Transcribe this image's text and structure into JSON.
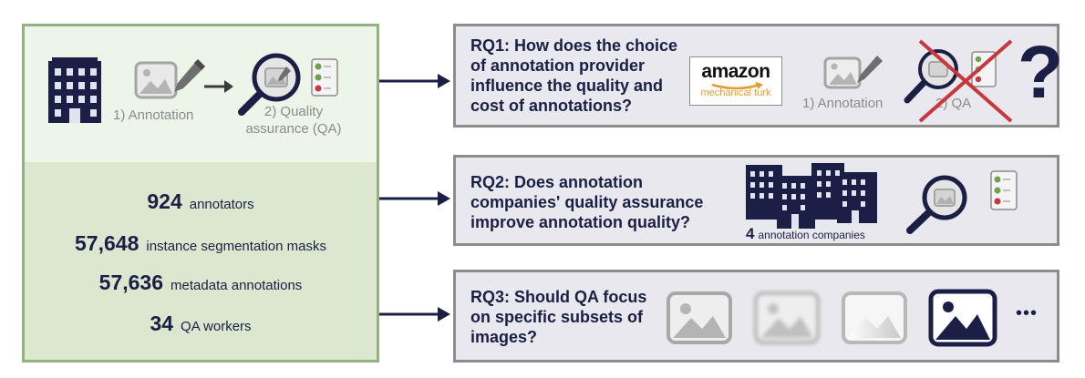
{
  "left": {
    "workflow": {
      "step1": "1) Annotation",
      "step2_line1": "2) Quality",
      "step2_line2": "assurance (QA)"
    },
    "stats": [
      {
        "value": "924",
        "label": "annotators"
      },
      {
        "value": "57,648",
        "label": "instance segmentation masks"
      },
      {
        "value": "57,636",
        "label": "metadata annotations"
      },
      {
        "value": "34",
        "label": "QA workers"
      }
    ]
  },
  "rq1": {
    "tag": "RQ1:",
    "lines": [
      "How does the choice",
      "of annotation provider",
      "influence the quality and",
      "cost of annotations?"
    ],
    "amazon": "amazon",
    "amazon_sub": "mechanical turk",
    "step1": "1) Annotation",
    "step2": "2) QA",
    "question_mark": "?"
  },
  "rq2": {
    "tag": "RQ2:",
    "lines": [
      "Does annotation",
      "companies' quality assurance",
      "improve annotation quality?"
    ],
    "companies_count": "4",
    "companies_label": "annotation companies"
  },
  "rq3": {
    "tag": "RQ3:",
    "lines": [
      "Should QA focus",
      "on specific subsets of",
      "images?"
    ],
    "ellipsis": "•••"
  },
  "colors": {
    "navy": "#1b1f45",
    "green_border": "#96b180",
    "gray_border": "#8c8c8c",
    "cross_red": "#c7373f"
  }
}
